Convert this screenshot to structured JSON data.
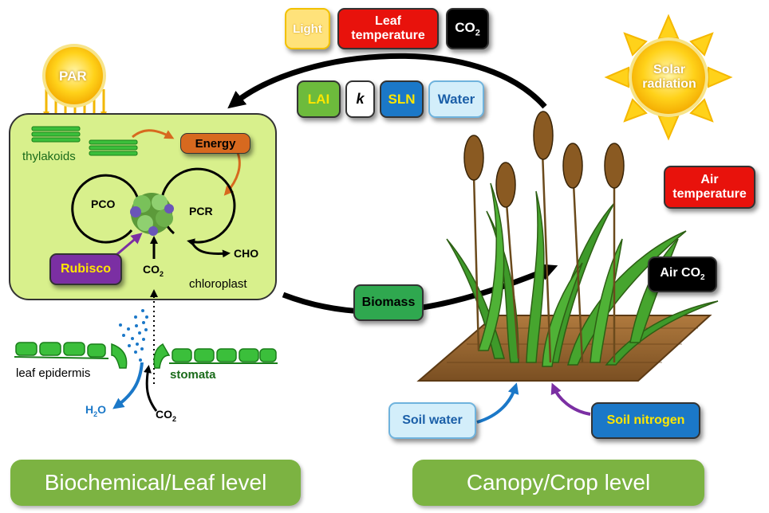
{
  "inputs": {
    "light": "Light",
    "leaf_temperature": "Leaf temperature",
    "co2": "CO",
    "co2_sub": "2",
    "lai": "LAI",
    "k": "k",
    "sln": "SLN",
    "water": "Water"
  },
  "sun": {
    "par": "PAR",
    "solar_radiation": "Solar radiation"
  },
  "leaf": {
    "thylakoids": "thylakoids",
    "energy": "Energy",
    "pco": "PCO",
    "pcr": "PCR",
    "cho": "CHO",
    "rubisco": "Rubisco",
    "co2": "CO",
    "co2_sub": "2",
    "chloroplast": "chloroplast",
    "leaf_epidermis": "leaf epidermis",
    "stomata": "stomata",
    "h2o": "H",
    "h2o_sub": "2",
    "h2o_end": "O",
    "co2_in": "CO",
    "co2_in_sub": "2"
  },
  "canopy": {
    "air_temperature": "Air temperature",
    "air_co2": "Air CO",
    "air_co2_sub": "2",
    "biomass": "Biomass",
    "soil_water": "Soil water",
    "soil_nitrogen": "Soil nitrogen"
  },
  "levels": {
    "leaf_level": "Biochemical/Leaf level",
    "crop_level": "Canopy/Crop level"
  },
  "colors": {
    "green_box": "#2fa84f",
    "red_box": "#e8120c",
    "blue_box": "#1b78c8",
    "purple_box": "#7b2fa3",
    "orange_box": "#d7691f",
    "chloroplast_fill": "#d8f08c",
    "level_bar": "#7cb342"
  }
}
